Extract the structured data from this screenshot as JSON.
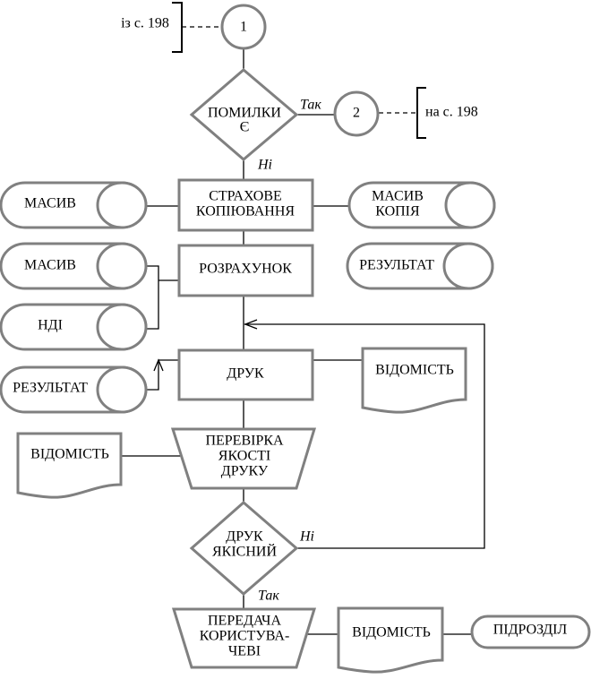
{
  "diagram": {
    "connectors": {
      "top": {
        "number": "1",
        "reference": "із с. 198"
      },
      "error_exit": {
        "number": "2",
        "reference": "на с. 198"
      }
    },
    "decisions": {
      "errors": {
        "lines": [
          "ПОМИЛКИ",
          "Є"
        ],
        "yes_label": "Так",
        "no_label": "Ні"
      },
      "quality": {
        "lines": [
          "ДРУК",
          "ЯКІСНИЙ"
        ],
        "yes_label": "Так",
        "no_label": "Ні"
      }
    },
    "processes": {
      "backup": {
        "lines": [
          "СТРАХОВЕ",
          "КОПІЮВАННЯ"
        ]
      },
      "calculation": {
        "lines": [
          "РОЗРАХУНОК"
        ]
      },
      "print": {
        "lines": [
          "ДРУК"
        ]
      }
    },
    "manual_operations": {
      "quality_check": {
        "lines": [
          "ПЕРЕВІРКА",
          "ЯКОСТІ",
          "ДРУКУ"
        ]
      },
      "handover": {
        "lines": [
          "ПЕРЕДАЧА",
          "КОРИСТУВА-",
          "ЧЕВІ"
        ]
      }
    },
    "storages": {
      "array_in": {
        "lines": [
          "МАСИВ"
        ]
      },
      "array_copy": {
        "lines": [
          "МАСИВ",
          "КОПІЯ"
        ]
      },
      "array_calc": {
        "lines": [
          "МАСИВ"
        ]
      },
      "result_out": {
        "lines": [
          "РЕЗУЛЬТАТ"
        ]
      },
      "ndi": {
        "lines": [
          "НДІ"
        ]
      },
      "result_in": {
        "lines": [
          "РЕЗУЛЬТАТ"
        ]
      }
    },
    "documents": {
      "print_doc": {
        "lines": [
          "ВІДОМІСТЬ"
        ]
      },
      "check_doc": {
        "lines": [
          "ВІДОМІСТЬ"
        ]
      },
      "handover_doc": {
        "lines": [
          "ВІДОМІСТЬ"
        ]
      }
    },
    "terminal": {
      "lines": [
        "ПІДРОЗДІЛ"
      ]
    }
  }
}
